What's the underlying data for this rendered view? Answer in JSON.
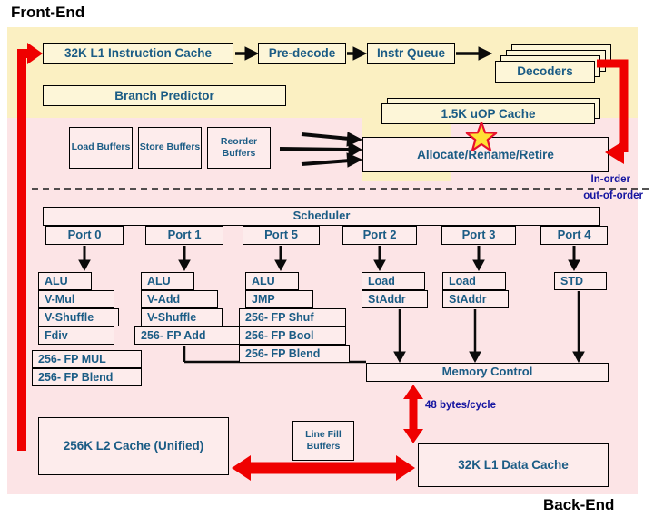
{
  "title": {
    "front_end": "Front-End",
    "back_end": "Back-End"
  },
  "front_end": {
    "l1_instruction_cache": "32K L1 Instruction Cache",
    "pre_decode": "Pre-decode",
    "instr_queue": "Instr Queue",
    "decoders": "Decoders",
    "branch_predictor": "Branch Predictor",
    "uop_cache": "1.5K uOP Cache"
  },
  "buffers": {
    "load": "Load Buffers",
    "store": "Store Buffers",
    "reorder": "Reorder Buffers"
  },
  "allocate": {
    "label": "Allocate/Rename/Retire"
  },
  "order": {
    "in_order": "In-order",
    "out_of_order": "out-of-order"
  },
  "scheduler": {
    "label": "Scheduler"
  },
  "ports": [
    {
      "name": "Port 0",
      "units": [
        "ALU",
        "V-Mul",
        "V-Shuffle",
        "Fdiv",
        "256- FP MUL",
        "256- FP Blend"
      ]
    },
    {
      "name": "Port 1",
      "units": [
        "ALU",
        "V-Add",
        "V-Shuffle",
        "256- FP Add"
      ]
    },
    {
      "name": "Port 5",
      "units": [
        "ALU",
        "JMP",
        "256- FP Shuf",
        "256- FP Bool",
        "256- FP Blend"
      ]
    },
    {
      "name": "Port 2",
      "units": [
        "Load",
        "StAddr"
      ]
    },
    {
      "name": "Port 3",
      "units": [
        "Load",
        "StAddr"
      ]
    },
    {
      "name": "Port 4",
      "units": [
        "STD"
      ]
    }
  ],
  "memory": {
    "memory_control": "Memory Control",
    "bandwidth": "48 bytes/cycle",
    "l2_cache": "256K L2 Cache (Unified)",
    "line_fill_buffers": "Line Fill Buffers",
    "l1_data_cache": "32K L1 Data Cache"
  },
  "icons": {
    "highlight_star": "star-icon"
  },
  "colors": {
    "front_end_bg": "#fbf0c2",
    "back_end_bg": "#fce4e6",
    "yellow_box": "#fdf6d8",
    "pink_box": "#fdecec",
    "box_text": "#1b5c85",
    "annotation_text": "#1414a0",
    "arrow_red": "#ef0000",
    "arrow_black": "#0a0a0a",
    "star_fill": "#ffe135",
    "star_border": "#e8112d"
  }
}
